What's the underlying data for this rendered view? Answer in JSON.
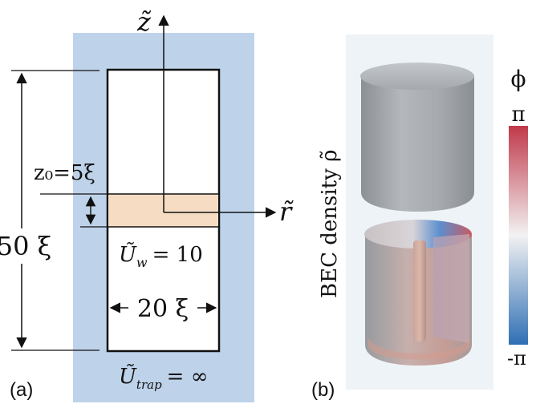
{
  "panel_a": {
    "label": "(a)",
    "axis_z": "z̃",
    "axis_r": "r̃",
    "height_label": "50 ξ",
    "width_label": "20 ξ",
    "z0_label": "z₀=5ξ",
    "well_label": "Ũ",
    "well_subscript": "w",
    "well_value": "= 10",
    "trap_label": "Ũ",
    "trap_subscript": "trap",
    "trap_value": "= ∞"
  },
  "panel_b": {
    "label": "(b)",
    "density_label": "BEC density ρ̃",
    "colorbar_title": "ϕ",
    "colorbar_max": "π",
    "colorbar_min": "-π"
  },
  "colors": {
    "trap_region": "#bed3ea",
    "barrier_region": "#f6dcc3",
    "panel_b_background": "#eef3f7",
    "upper_cloud": "#a2a6aa",
    "colorbar_top": "#c0394a",
    "colorbar_mid": "#f2f2f2",
    "colorbar_bottom": "#2f6fb4"
  }
}
